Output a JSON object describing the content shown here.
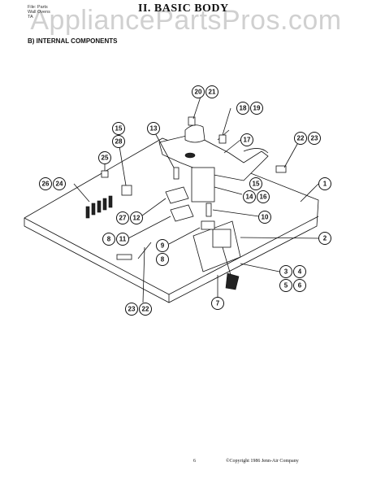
{
  "header": {
    "line1": "File: Parts",
    "line2": "Wall Ovens",
    "line3": "TA",
    "title": "II.  BASIC BODY",
    "subtitle": "B)  INTERNAL COMPONENTS"
  },
  "watermark": "AppliancePartsPros.com",
  "callouts": {
    "c1": "1",
    "c2": "2",
    "c3": "3",
    "c4": "4",
    "c5": "5",
    "c6": "6",
    "c7": "7",
    "c8a": "8",
    "c8b": "8",
    "c9": "9",
    "c10": "10",
    "c11": "11",
    "c12": "12",
    "c13": "13",
    "c14": "14",
    "c15a": "15",
    "c15b": "15",
    "c16": "16",
    "c17": "17",
    "c18": "18",
    "c19": "19",
    "c20": "20",
    "c21": "21",
    "c22a": "22",
    "c22b": "22",
    "c23a": "23",
    "c23b": "23",
    "c24": "24",
    "c25": "25",
    "c26": "26",
    "c27": "27",
    "c28": "28"
  },
  "footer": {
    "page": "6",
    "copyright": "©Copyright 1986 Jenn-Air Company"
  }
}
